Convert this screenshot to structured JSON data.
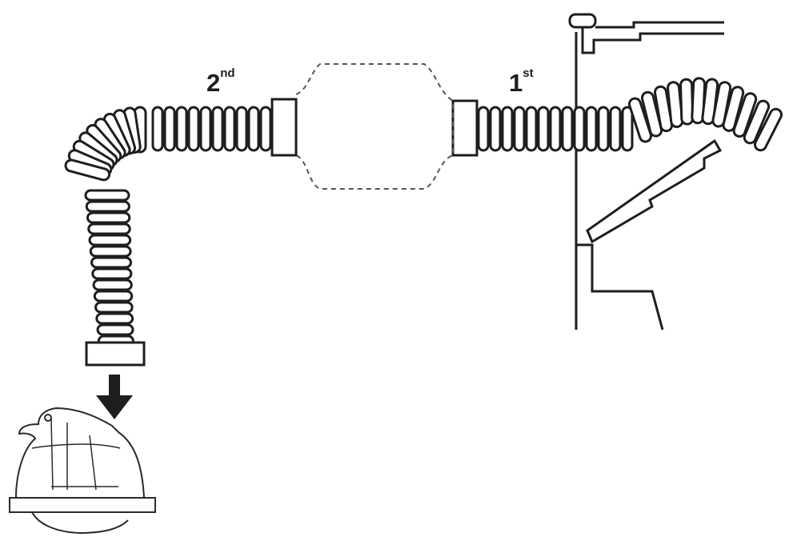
{
  "labels": {
    "second": {
      "number": "2",
      "suffix": "nd"
    },
    "first": {
      "number": "1",
      "suffix": "st"
    }
  },
  "colors": {
    "stroke": "#1e1e1e",
    "fill": "#ffffff",
    "dashed": "#555555"
  },
  "icons": {
    "arrow": "down-arrow-icon",
    "device": "robot-vacuum-base-icon",
    "window": "window-frame-icon"
  }
}
